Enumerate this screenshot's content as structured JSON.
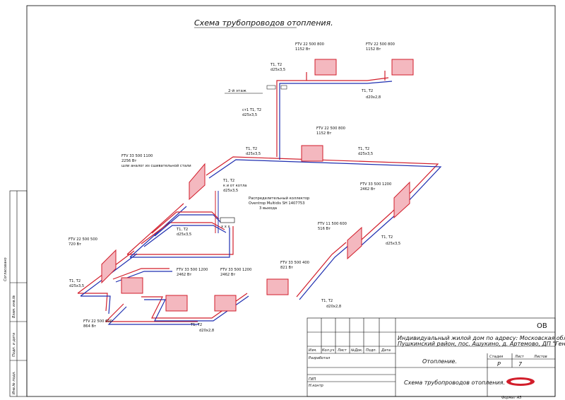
{
  "drawing": {
    "title": "Схема трубопроводов отопления.",
    "floor_label": "2-й этаж",
    "riser": {
      "line1": "ст1  Т1, Т2",
      "line2": "d25х3,5"
    },
    "radiators": [
      {
        "name": "FTV 22 500 800",
        "power": "1152 Вт"
      },
      {
        "name": "FTV 22 500 800",
        "power": "1152 Вт"
      },
      {
        "name": "FTV 22 500 800",
        "power": "1152 Вт"
      },
      {
        "name": "FTV 33 500 1100",
        "power": "2256 Вт",
        "note": "шли аналог из сшивательной стали"
      },
      {
        "name": "FTV 33 500 1200",
        "power": "2462 Вт"
      },
      {
        "name": "FTV 11 500 600",
        "power": "516 Вт"
      },
      {
        "name": "FTV 22 500 500",
        "power": "720 Вт"
      },
      {
        "name": "FTV 22 500 600",
        "power": "864 Вт"
      },
      {
        "name": "FTV 33 500 1200",
        "power": "2462 Вт"
      },
      {
        "name": "FTV 33 500 1200",
        "power": "2462 Вт"
      },
      {
        "name": "FTV 33 500 400",
        "power": "821 Вт"
      }
    ],
    "pipes": [
      {
        "t": "Т1, Т2",
        "d": "d25х3,5"
      },
      {
        "t": "Т1, Т2",
        "d": "d20х2,8"
      },
      {
        "t": "Т1, Т2",
        "d": "d25х3,5"
      },
      {
        "t": "Т1, Т2",
        "d": "d25х3,5"
      },
      {
        "t": "Т1, Т2",
        "d": "d25х3,5"
      },
      {
        "t": "Т1, Т2",
        "d": "d25х3,5"
      },
      {
        "t": "Т1, Т2",
        "d": "d25х3,5"
      },
      {
        "t": "Т1, Т2",
        "d": "d20х2,8"
      },
      {
        "t": "Т1, Т2",
        "d": "d20х2,8"
      }
    ],
    "collector": {
      "t": "Т1, Т2",
      "sub": "к и от котла",
      "d": "d25х3,5",
      "line1": "Распределительный коллектор",
      "line2": "Oventrop Multidis SH 1407753",
      "line3": "3 выхода"
    }
  },
  "stamp": {
    "code": "ОВ",
    "object_line1": "Индивидуальный жилой дом по адресу: Московская обл,",
    "object_line2": "Пушкинский район, пос. Ашукино, д. Артемово, ДП \"Генеральский\"",
    "columns": [
      "Изм.",
      "Кол.уч",
      "Лист",
      "№Док.",
      "Подп.",
      "Дата"
    ],
    "roles": [
      "Разработал",
      "ГИП",
      "Н.контр"
    ],
    "section": "Отопление.",
    "sheet_title": "Схема трубопроводов отопления.",
    "stage_label": "Стадия",
    "sheet_label": "Лист",
    "sheets_label": "Листов",
    "stage": "Р",
    "sheet": "7",
    "format": "Формат   А3"
  },
  "side_stamp": [
    "Согласовано",
    "Взам. инв.№",
    "Подп. и дата",
    "Инв.№ подл."
  ],
  "colors": {
    "supply": "#d21e2b",
    "return": "#1f2fb0",
    "radiator_fill": "#f4b8bf"
  }
}
